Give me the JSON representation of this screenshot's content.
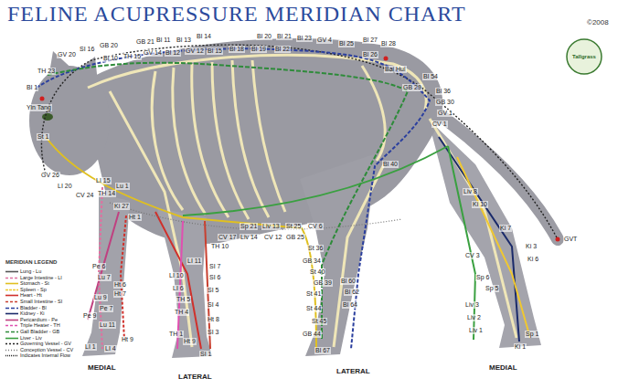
{
  "diagram": {
    "title": "FELINE ACUPRESSURE MERIDIAN CHART",
    "labels": [
      "©2008",
      "Tallgrass",
      "MERIDIAN LEGEND",
      "MEDIAL",
      "LATERAL",
      "LATERAL",
      "MEDIAL",
      "GV 20",
      "SI 16",
      "GB 20",
      "Bl 10",
      "TH 15",
      "GB 21",
      "Bl 11",
      "GV 14",
      "Bl 12",
      "Bl 13",
      "Bl 14",
      "GV 12",
      "Bl 15",
      "Bl 18",
      "Bl 20",
      "Bl 19",
      "Bl 21",
      "Bl 22",
      "Bl 23",
      "GV 4",
      "Bl 25",
      "Bl 27",
      "Bl 28",
      "Bl 26",
      "Bai Hui",
      "Bl 54",
      "GB 29",
      "Bl 36",
      "GB 30",
      "GV 1",
      "CV 1",
      "TH 23",
      "Bl 1",
      "Yin Tang",
      "St 1",
      "GV 26",
      "LI 20",
      "CV 24",
      "LI 15",
      "TH 14",
      "Lu 1",
      "Ki 27",
      "Ht 1",
      "Pe 6",
      "Lu 7",
      "Ht 6",
      "Ht 7",
      "Lu 9",
      "Pe 7",
      "Pe 9",
      "Lu 11",
      "LI 1",
      "LI 4",
      "Ht 9",
      "TH 10",
      "LI 11",
      "SI 7",
      "LI 10",
      "SI 6",
      "LI 6",
      "SI 5",
      "TH 5",
      "SI 4",
      "TH 4",
      "Ht 8",
      "SI 3",
      "TH 1",
      "Ht 9",
      "SI 1",
      "Sp 21",
      "Liv 13",
      "St 25",
      "CV 6",
      "CV 17",
      "Liv 14",
      "CV 12",
      "GB 25",
      "St 36",
      "GB 34",
      "St 40",
      "GB 39",
      "Bl 60",
      "St 41",
      "Bl 62",
      "Bl 64",
      "St 44",
      "St 45",
      "GB 44",
      "Bl 67",
      "Bl 40",
      "Liv 8",
      "Ki 10",
      "Ki 7",
      "CV 3",
      "Ki 3",
      "Ki 6",
      "Sp 6",
      "Sp 5",
      "Liv 3",
      "Liv 2",
      "Liv 1",
      "Sp 1",
      "Ki 1",
      "GVT"
    ],
    "legend": [
      {
        "text": "Lung - Lu"
      },
      {
        "text": "Large Intestine - LI"
      },
      {
        "text": "Stomach - St"
      },
      {
        "text": "Spleen - Sp"
      },
      {
        "text": "Heart - Ht"
      },
      {
        "text": "Small Intestine - SI"
      },
      {
        "text": "Bladder - Bl"
      },
      {
        "text": "Kidney - Ki"
      },
      {
        "text": "Pericardium - Pe"
      },
      {
        "text": "Triple Heater - TH"
      },
      {
        "text": "Gall Bladder - GB"
      },
      {
        "text": "Liver - Liv"
      },
      {
        "text": "Governing Vessel - GV"
      },
      {
        "text": "Conception Vessel - CV"
      },
      {
        "text": "Indicates Internal Flow"
      }
    ]
  }
}
